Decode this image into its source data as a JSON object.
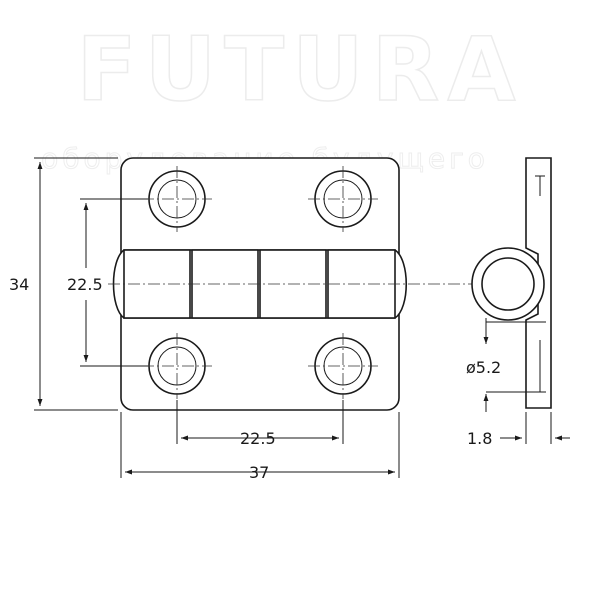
{
  "watermark": {
    "title": "FUTURA",
    "subtitle": "оборудование будущего"
  },
  "dimensions": {
    "height": "34",
    "hole_spacing_vertical": "22.5",
    "hole_spacing_horizontal": "22.5",
    "width": "37",
    "hole_diameter": "ø5.2",
    "thickness": "1.8"
  },
  "colors": {
    "line": "#1a1a1a",
    "watermark": "#ececec"
  }
}
